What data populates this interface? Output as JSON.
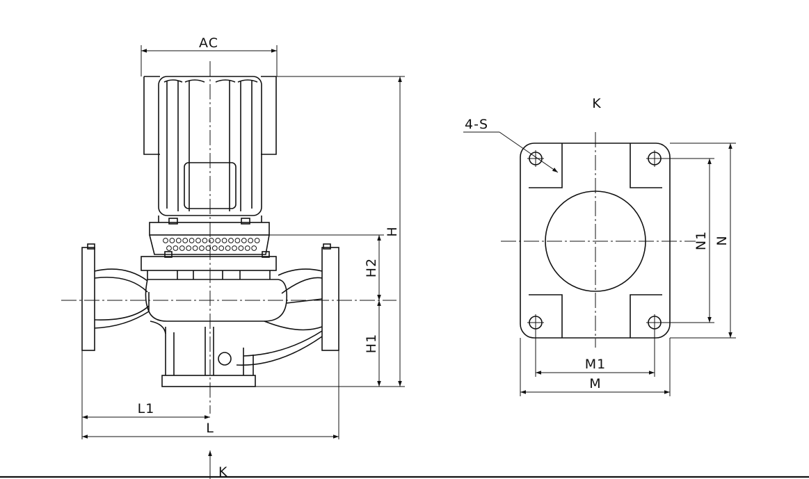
{
  "labels": {
    "ac": "AC",
    "h": "H",
    "h2": "H2",
    "h1": "H1",
    "l1": "L1",
    "l": "L",
    "k_arrow": "K",
    "k_view": "K",
    "four_s": "4-S",
    "n1": "N1",
    "n": "N",
    "m1": "M1",
    "m": "M"
  }
}
